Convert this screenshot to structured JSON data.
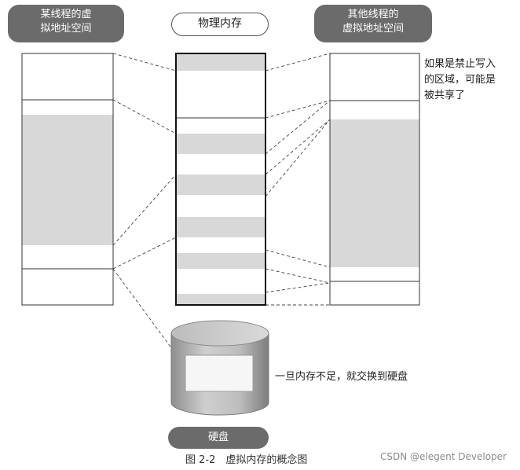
{
  "labels": {
    "left_title": "某线程的虚\n拟地址空间",
    "center_title": "物理内存",
    "right_title": "其他线程的\n虚拟地址空间",
    "right_note": "如果是禁止写入\n的区域，可能是\n被共享了",
    "disk_note": "一旦内存不足，就交换到硬盘",
    "disk_label": "硬盘"
  },
  "caption": "图 2-2　虚拟内存的概念图",
  "watermark": "CSDN @elegent Developer",
  "colors": {
    "pill_fill": "#6b6b6b",
    "region_fill": "#d8d8d8",
    "outline": "#333333",
    "disk_gray": "#b8b8b8"
  }
}
